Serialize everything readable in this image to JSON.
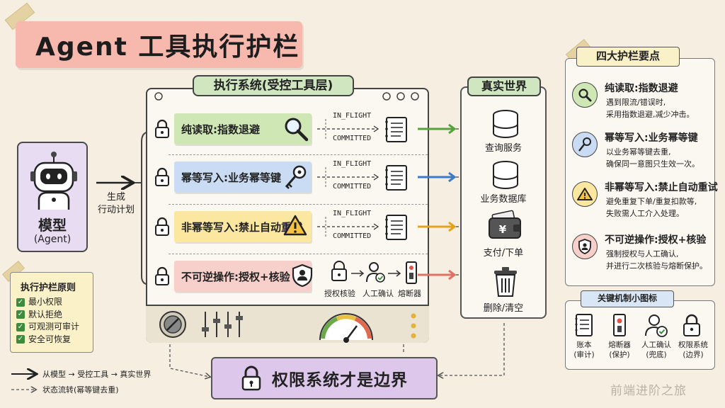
{
  "title": "Agent 工具执行护栏",
  "agent": {
    "name": "模型",
    "sub": "(Agent)"
  },
  "plan_label": "生成\n行动计划",
  "principles": {
    "title": "执行护栏原则",
    "items": [
      "最小权限",
      "默认拒绝",
      "可观测可审计",
      "安全可恢复"
    ]
  },
  "legend": {
    "solid": "从模型 → 受控工具 → 真实世界",
    "dashed": "状态流转(幂等键去重)"
  },
  "exec": {
    "title": "执行系统(受控工具层)",
    "state_top": "IN_FLIGHT",
    "state_bot": "COMMITTED",
    "lanes": [
      {
        "label": "纯读取:指数退避",
        "color": "#cfe7b4",
        "arrow": "#55a33a"
      },
      {
        "label": "幂等写入:业务幂等键",
        "color": "#c9dcf3",
        "arrow": "#3f78c8"
      },
      {
        "label": "非幂等写入:禁止自动重试",
        "color": "#fbe7a0",
        "arrow": "#e6a21e"
      },
      {
        "label": "不可逆操作:授权+核验",
        "color": "#f7cfcb",
        "arrow": "#e07064"
      }
    ],
    "checks": [
      "授权核验",
      "人工确认",
      "熔断器"
    ]
  },
  "world": {
    "title": "真实世界",
    "items": [
      "查询服务",
      "业务数据库",
      "支付/下单",
      "删除/清空"
    ]
  },
  "boundary": "权限系统才是边界",
  "points": {
    "title": "四大护栏要点",
    "items": [
      {
        "head": "纯读取:指数退避",
        "body": [
          "遇到限流/错误时,",
          "采用指数退避,减少冲击。"
        ],
        "color": "#cfe7b4"
      },
      {
        "head": "幂等写入:业务幂等键",
        "body": [
          "以业务幂等键去重,",
          "确保同一意图只生效一次。"
        ],
        "color": "#c9dcf3"
      },
      {
        "head": "非幂等写入:禁止自动重试",
        "body": [
          "避免重复下单/重复扣款等,",
          "失败需人工介入处理。"
        ],
        "color": "#fbe7a0"
      },
      {
        "head": "不可逆操作:授权+核验",
        "body": [
          "强制授权与人工确认,",
          "并进行二次核验与熔断保护。"
        ],
        "color": "#f7cfcb"
      }
    ]
  },
  "mech": {
    "title": "关键机制小图标",
    "items": [
      {
        "label": "账本",
        "sub": "(审计)"
      },
      {
        "label": "熔断器",
        "sub": "(保护)"
      },
      {
        "label": "人工确认",
        "sub": "(兜底)"
      },
      {
        "label": "权限系统",
        "sub": "(边界)"
      }
    ]
  },
  "watermark": "前端进阶之旅"
}
